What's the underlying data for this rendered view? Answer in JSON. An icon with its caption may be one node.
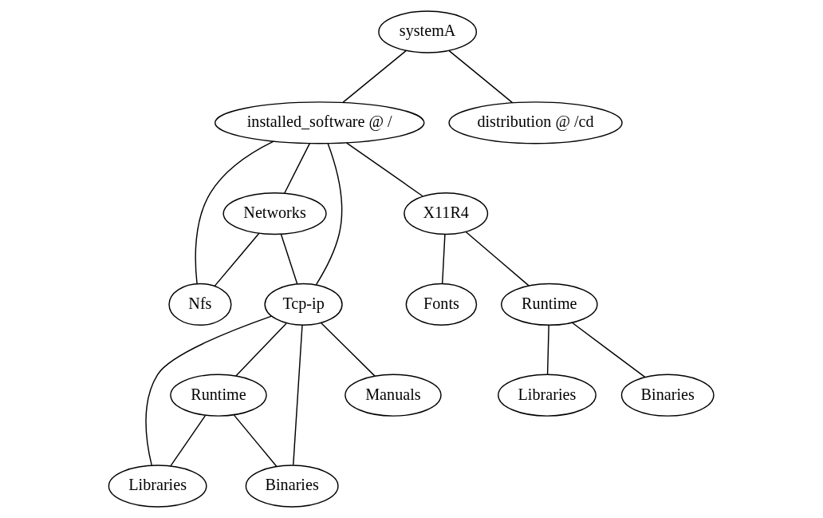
{
  "diagram": {
    "nodes": [
      {
        "text": [
          "systemA"
        ]
      },
      {
        "text": [
          "installed_software @ /"
        ]
      },
      {
        "text": [
          "distribution @ /cd"
        ]
      },
      {
        "text": [
          "Networks"
        ]
      },
      {
        "text": [
          "X11R4"
        ]
      },
      {
        "text": [
          "Nfs"
        ]
      },
      {
        "text": [
          "Tcp-ip"
        ]
      },
      {
        "text": [
          "Runtime"
        ]
      },
      {
        "text": [
          "Fonts"
        ]
      },
      {
        "text": [
          "Runtime"
        ]
      },
      {
        "text": [
          "Manuals"
        ]
      },
      {
        "text": [
          "Libraries"
        ]
      },
      {
        "text": [
          "Binaries"
        ]
      },
      {
        "text": [
          "Libraries"
        ]
      },
      {
        "text": [
          "Binaries"
        ]
      }
    ],
    "edges": [
      {
        "from": 0,
        "to": 1,
        "arrow": "none"
      },
      {
        "from": 0,
        "to": 2,
        "arrow": "none"
      },
      {
        "from": 1,
        "to": 3,
        "arrow": "none"
      },
      {
        "from": 1,
        "to": 4,
        "arrow": "none"
      },
      {
        "from": 1,
        "to": 5,
        "arrow": "none"
      },
      {
        "from": 1,
        "to": 6,
        "arrow": "none"
      },
      {
        "from": 3,
        "to": 5,
        "arrow": "none"
      },
      {
        "from": 3,
        "to": 6,
        "arrow": "none"
      },
      {
        "from": 4,
        "to": 8,
        "arrow": "none"
      },
      {
        "from": 4,
        "to": 9,
        "arrow": "none"
      },
      {
        "from": 6,
        "to": 10,
        "arrow": "none"
      },
      {
        "from": 6,
        "to": 11,
        "arrow": "none"
      },
      {
        "from": 6,
        "to": 12,
        "arrow": "none"
      },
      {
        "from": 6,
        "to": 7,
        "arrow": "none"
      },
      {
        "from": 7,
        "to": 11,
        "arrow": "none"
      },
      {
        "from": 7,
        "to": 12,
        "arrow": "none"
      },
      {
        "from": 9,
        "to": 13,
        "arrow": "none"
      },
      {
        "from": 9,
        "to": 14,
        "arrow": "none"
      }
    ]
  }
}
